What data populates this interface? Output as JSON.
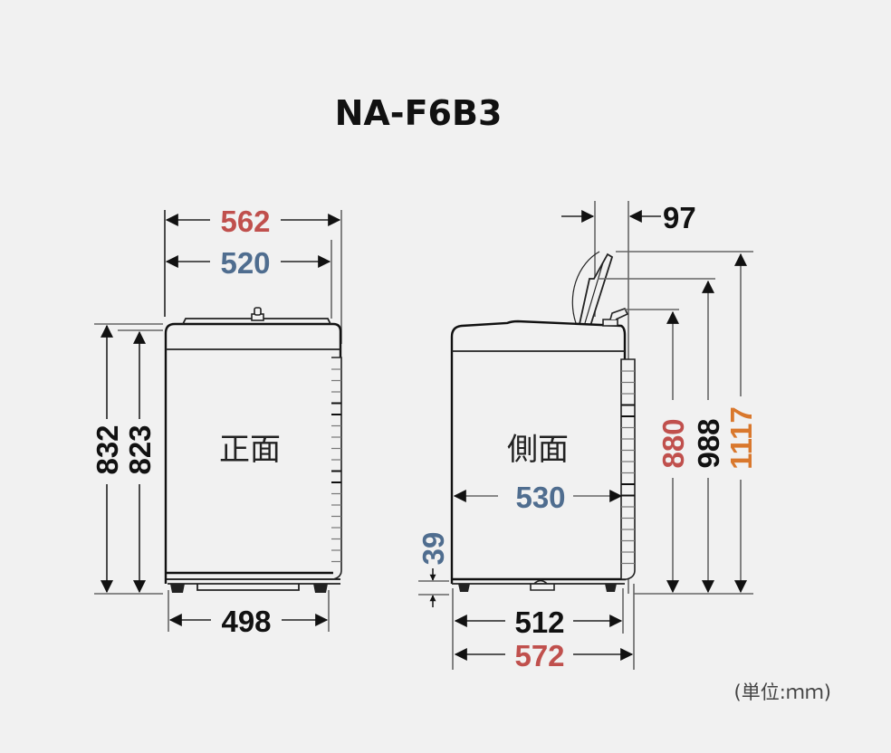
{
  "title": "NA-F6B3",
  "unit_note": "(単位:ｍｍ)",
  "colors": {
    "red": "#c0504d",
    "blue": "#4f6d8f",
    "black": "#111111",
    "orange": "#d9782d"
  },
  "front_view": {
    "label": "正面",
    "width_overall": "562",
    "width_body": "520",
    "width_base": "498",
    "height_overall": "832",
    "height_body": "823"
  },
  "side_view": {
    "label": "側面",
    "lid_offset": "97",
    "depth_body": "530",
    "depth_base": "512",
    "depth_overall": "572",
    "base_clearance": "39",
    "height_hose": "880",
    "height_lid_top": "988",
    "height_lid_open": "1117"
  }
}
